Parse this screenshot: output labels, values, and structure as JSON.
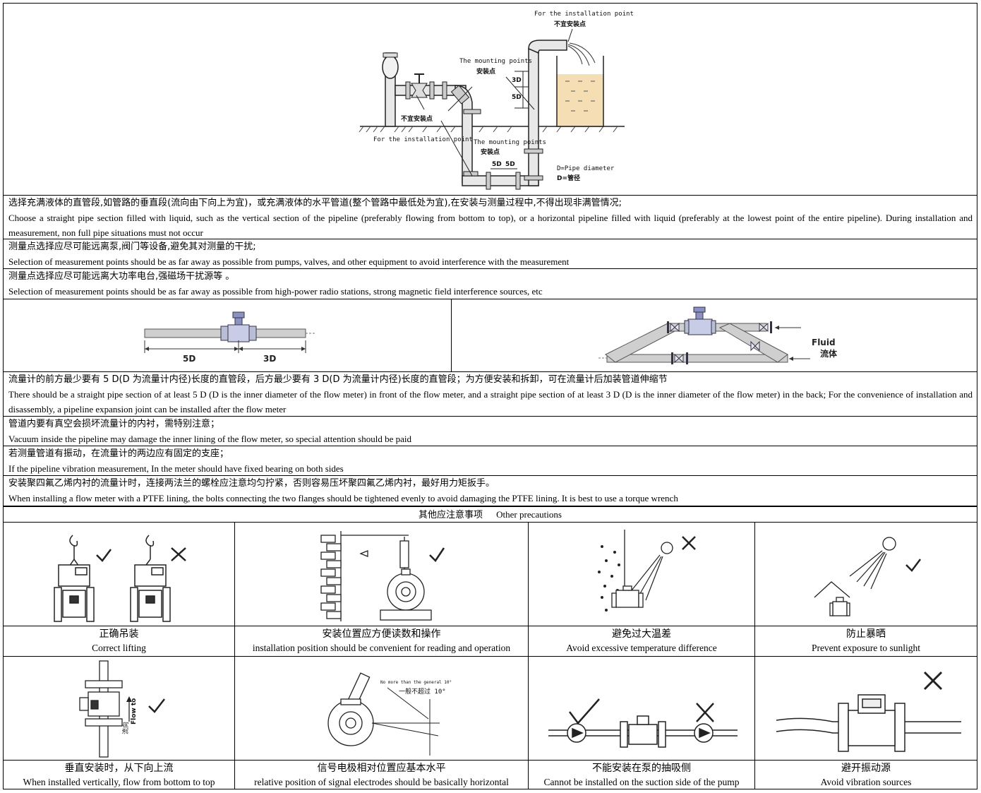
{
  "top_diagram": {
    "label_install_point_top_en": "For the installation point",
    "label_install_point_top_cn": "不宜安装点",
    "label_mount_left_en": "The mounting points",
    "label_mount_left_cn": "安装点",
    "label_not_suitable_cn": "不宜安装点",
    "label_install_point_bottom_en": "For the installation point",
    "label_mount_bottom_en": "The mounting points",
    "label_mount_bottom_cn": "安装点",
    "dim_3d": "3D",
    "dim_5d": "5D",
    "dim_5d_a": "5D",
    "dim_5d_b": "5D",
    "legend_en": "D=Pipe diameter",
    "legend_cn": "D=管径"
  },
  "requirements_top": [
    {
      "cn": "选择充满液体的直管段,如管路的垂直段(流向由下向上为宜)，或充满液体的水平管道(整个管路中最低处为宜),在安装与测量过程中,不得出现非满管情况;",
      "en": "Choose a straight pipe section filled with liquid, such as the vertical section of the pipeline (preferably flowing from bottom to top), or a horizontal pipeline filled with liquid (preferably at the lowest point of the entire pipeline). During installation and measurement, non full pipe situations must not occur"
    },
    {
      "cn": "测量点选择应尽可能远离泵,阀门等设备,避免其对测量的干扰;",
      "en": "Selection of measurement points should be as far away as possible from pumps, valves, and other equipment to avoid interference with the measurement"
    },
    {
      "cn": "测量点选择应尽可能远离大功率电台,强磁场干扰源等 。",
      "en": "Selection of measurement points should be as far away as possible from high-power radio stations, strong magnetic field interference sources, etc"
    }
  ],
  "pipe_diagram": {
    "dim_upstream": "5D",
    "dim_downstream": "3D",
    "fluid_en": "Fluid",
    "fluid_cn": "流体"
  },
  "requirements_bottom": [
    {
      "cn": "流量计的前方最少要有 5 D(D 为流量计内径)长度的直管段，后方最少要有 3 D(D 为流量计内径)长度的直管段；为方便安装和拆卸，可在流量计后加装管道伸缩节",
      "en": "There should be a straight pipe section of at least 5 D (D is the inner diameter of the flow meter) in front of the flow meter, and a straight pipe section of at least 3 D (D is the inner diameter of the flow meter) in the back; For the convenience of installation and disassembly, a pipeline expansion joint can be installed after the flow meter"
    },
    {
      "cn": "管道内要有真空会损坏流量计的内衬，需特别注意；",
      "en": "Vacuum inside the pipeline may damage the inner lining of the flow meter, so special attention should be paid"
    },
    {
      "cn": "若测量管道有振动，在流量计的两边应有固定的支座；",
      "en": "If the pipeline vibration measurement, In the meter should have fixed bearing on both sides"
    },
    {
      "cn": "安装聚四氟乙烯内衬的流量计时，连接两法兰的螺栓应注意均匀拧紧，否则容易压坏聚四氟乙烯内衬，最好用力矩扳手。",
      "en": "When installing a flow meter with a PTFE lining, the bolts connecting the two flanges should be tightened evenly to avoid damaging the PTFE lining. It is best to use a torque wrench"
    }
  ],
  "precautions": {
    "header_cn": "其他应注意事项",
    "header_en": "Other precautions",
    "row1": [
      {
        "cn": "正确吊装",
        "en": "Correct lifting"
      },
      {
        "cn": "安装位置应方便读数和操作",
        "en": "installation position should be convenient for reading and operation"
      },
      {
        "cn": "避免过大温差",
        "en": "Avoid excessive temperature difference"
      },
      {
        "cn": "防止暴晒",
        "en": "Prevent exposure to sunlight"
      }
    ],
    "row2": [
      {
        "cn": "垂直安装时，从下向上流",
        "en": "When installed vertically, flow from bottom to top"
      },
      {
        "cn": "信号电极相对位置应基本水平",
        "en": "relative position of signal electrodes should be basically horizontal"
      },
      {
        "cn": "不能安装在泵的抽吸侧",
        "en": "Cannot be installed on the suction side of the pump"
      },
      {
        "cn": "避开振动源",
        "en": "Avoid vibration sources"
      }
    ],
    "flow_to_en": "Flow to",
    "flow_to_cn": "流向",
    "angle_en": "No more than the general 10°",
    "angle_cn": "一般不超过 10°"
  }
}
